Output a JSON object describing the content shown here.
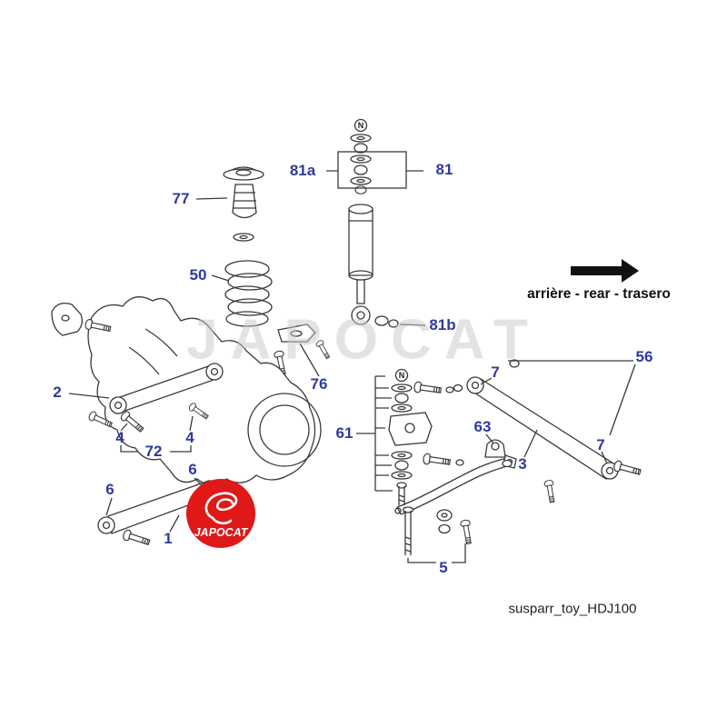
{
  "watermark": {
    "text": "JAPOCAT"
  },
  "logo": {
    "text": "JAPOCAT"
  },
  "annotations": {
    "direction": "arrière - rear - trasero",
    "caption": "susparr_toy_HDJ100"
  },
  "symbols": {
    "nut": "N"
  },
  "labels": {
    "l77": "77",
    "l50": "50",
    "l81a": "81a",
    "l81": "81",
    "l81b": "81b",
    "l76": "76",
    "l2": "2",
    "l4a": "4",
    "l4b": "4",
    "l72": "72",
    "l6a": "6",
    "l6b": "6",
    "l1": "1",
    "l61": "61",
    "l63": "63",
    "l3": "3",
    "l7a": "7",
    "l7b": "7",
    "l56": "56",
    "l5": "5"
  },
  "colors": {
    "label_blue": "#2f3a9e",
    "logo_red": "#e01818",
    "line": "#3a3a3a",
    "watermark_gray": "#c9c9c9"
  }
}
